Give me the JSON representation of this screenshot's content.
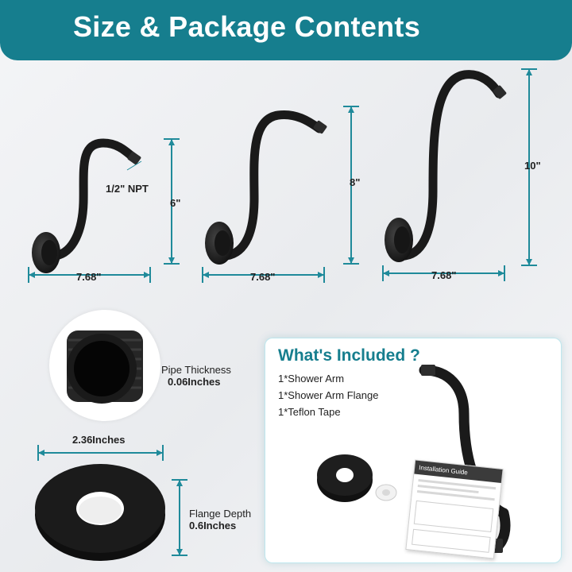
{
  "header": {
    "title": "Size & Package Contents"
  },
  "arms": [
    {
      "width_label": "7.68\"",
      "height_label": "6\"",
      "thread_label": "1/2\" NPT"
    },
    {
      "width_label": "7.68\"",
      "height_label": "8\""
    },
    {
      "width_label": "7.68\"",
      "height_label": "10\""
    }
  ],
  "pipe": {
    "label": "Pipe Thickness",
    "value": "0.06Inches"
  },
  "flange": {
    "diameter_label": "2.36Inches",
    "depth_label": "Flange Depth",
    "depth_value": "0.6Inches"
  },
  "included": {
    "title": "What's Included ?",
    "items": [
      "1*Shower Arm",
      "1*Shower Arm Flange",
      "1*Teflon Tape"
    ],
    "guide_title": "Installation Guide"
  },
  "colors": {
    "teal": "#167e8e",
    "arm": "#1a1a1a",
    "dimension": "#1f8a9a"
  }
}
